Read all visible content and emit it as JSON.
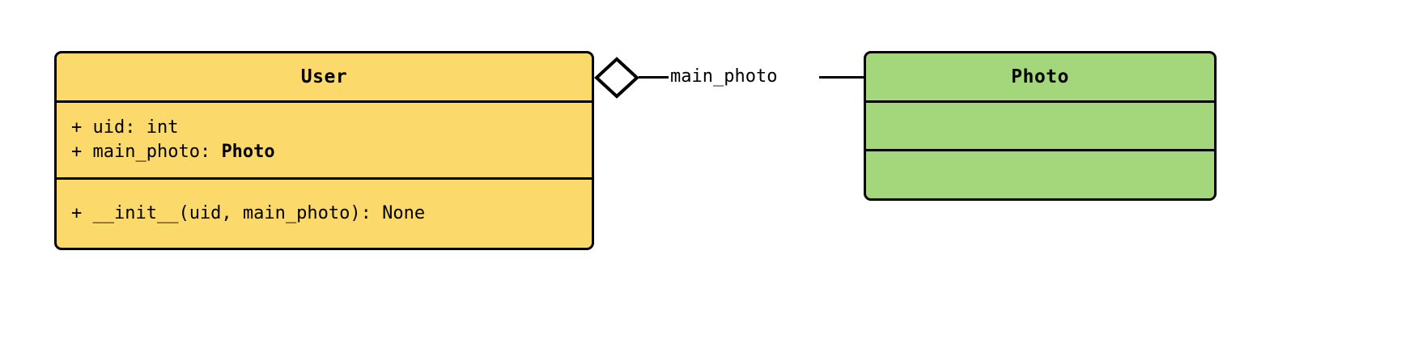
{
  "diagram": {
    "type": "uml-class-diagram",
    "background_color": "#ffffff"
  },
  "classes": [
    {
      "id": "user",
      "name": "User",
      "fill_color": "#FCD96B",
      "border_color": "#000000",
      "attributes": [
        {
          "visibility": "+",
          "text": "+ uid: int",
          "bold_part": ""
        },
        {
          "visibility": "+",
          "prefix": "+ main_photo: ",
          "type": "Photo"
        }
      ],
      "methods": [
        {
          "visibility": "+",
          "text": "+ __init__(uid, main_photo): None"
        }
      ]
    },
    {
      "id": "photo",
      "name": "Photo",
      "fill_color": "#A4D77C",
      "border_color": "#000000",
      "attributes": [],
      "methods": []
    }
  ],
  "relationships": [
    {
      "id": "user-photo-aggregation",
      "kind": "aggregation",
      "source": "User",
      "target": "Photo",
      "marker": "hollow-diamond",
      "label": "main_photo"
    }
  ]
}
